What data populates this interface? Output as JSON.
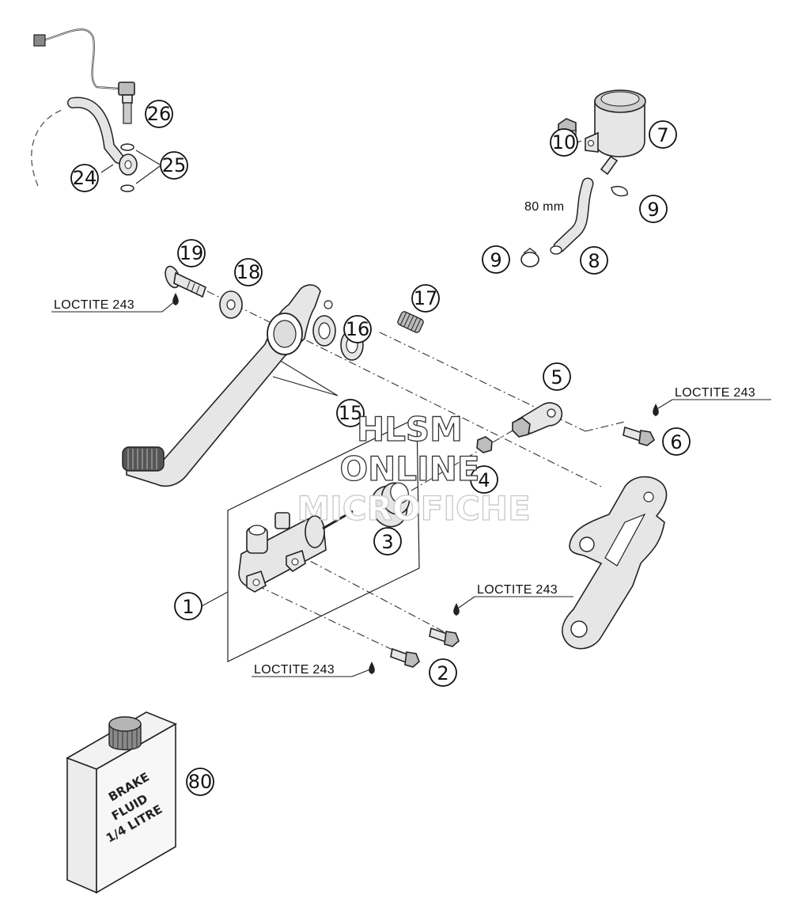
{
  "part_numbers": [
    "1",
    "2",
    "3",
    "4",
    "5",
    "6",
    "7",
    "8",
    "9",
    "9",
    "10",
    "15",
    "16",
    "17",
    "18",
    "19",
    "24",
    "25",
    "26",
    "80"
  ],
  "loctite_labels": [
    "LOCTITE 243",
    "LOCTITE 243",
    "LOCTITE 243",
    "LOCTITE 243"
  ],
  "hose_length": "80 mm",
  "bottle_label": [
    "BRAKE",
    "FLUID",
    "1/4 LITRE"
  ],
  "watermark": [
    "HLSM",
    "ONLINE",
    "MICROFICHE"
  ]
}
